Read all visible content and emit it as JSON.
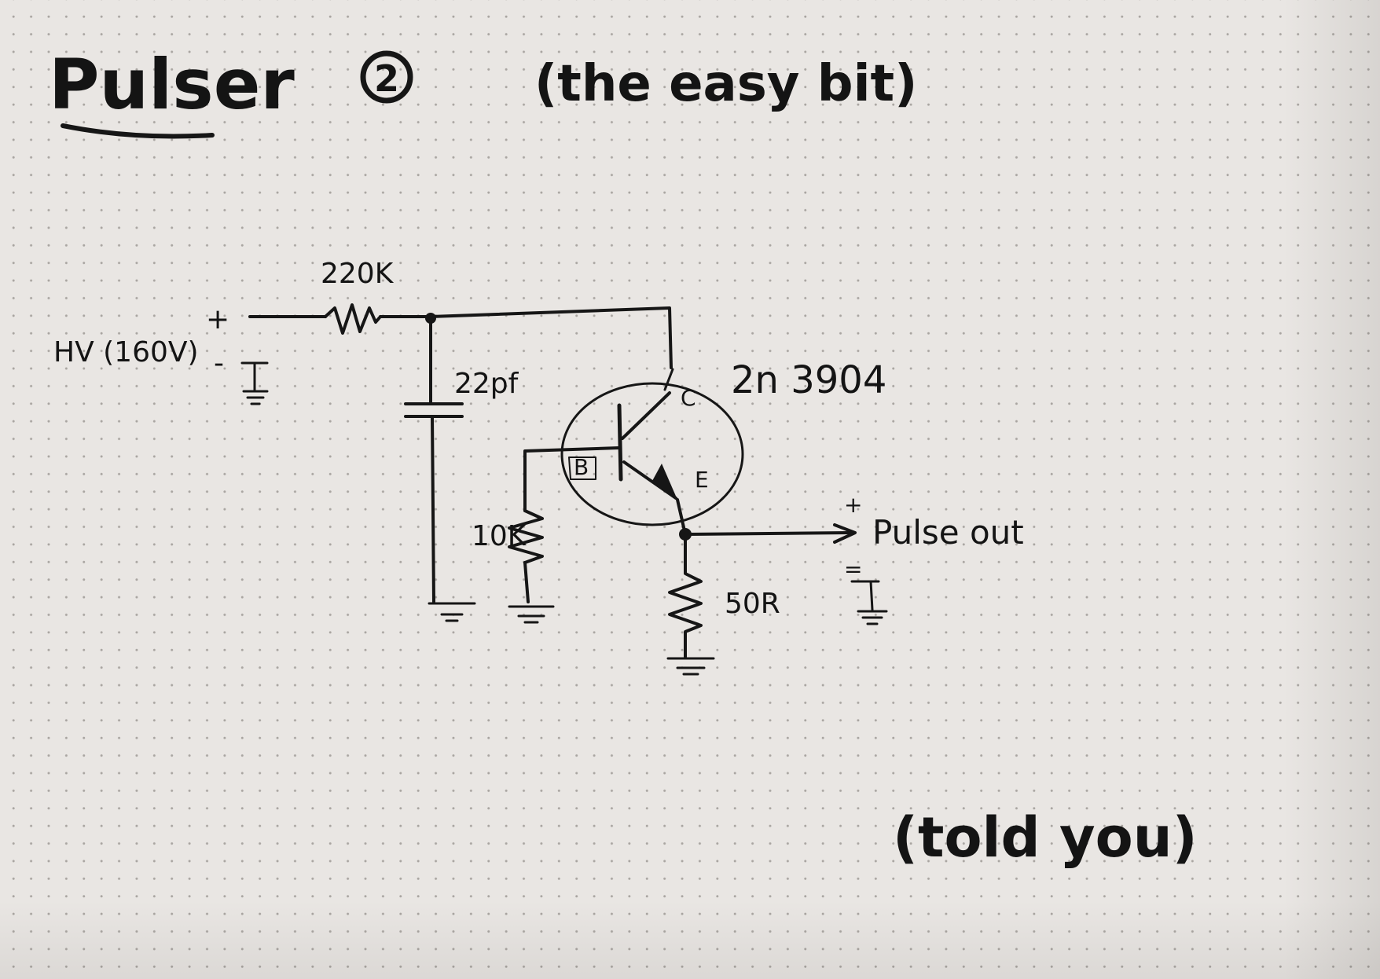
{
  "title": "Pulser",
  "title_number": "2",
  "subtitle": "(the easy bit)",
  "supply": {
    "label": "HV (160V)",
    "plus": "+",
    "minus": "-"
  },
  "components": {
    "r_series": "220K",
    "capacitor": "22pf",
    "transistor": "2n 3904",
    "r_base": "10K",
    "r_emitter": "50R"
  },
  "pins": {
    "collector": "C",
    "base": "B",
    "emitter": "E"
  },
  "output": {
    "label": "Pulse out",
    "plus": "+",
    "minus": "="
  },
  "footnote": "(told you)",
  "colors": {
    "ink": "#161616",
    "paper": "#e9e6e3",
    "dots": "#a9a5a1"
  }
}
